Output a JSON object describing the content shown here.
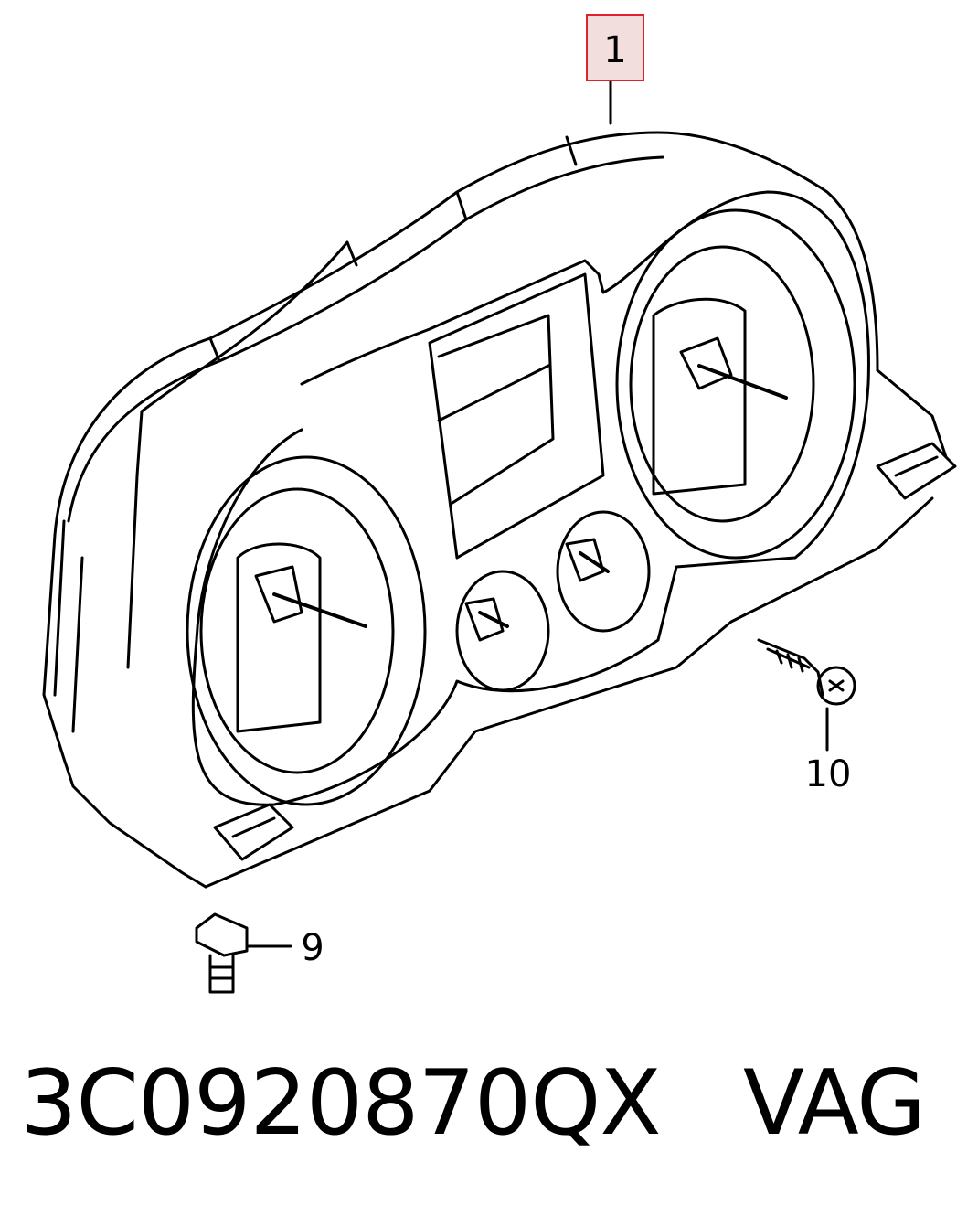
{
  "diagram": {
    "callouts": [
      {
        "id": "1",
        "label": "1",
        "highlighted": true,
        "highlight_color": "#e0202a",
        "highlight_fill": "#f3dede"
      },
      {
        "id": "9",
        "label": "9",
        "highlighted": false
      },
      {
        "id": "10",
        "label": "10",
        "highlighted": false
      }
    ]
  },
  "footer": {
    "part_number": "3C0920870QX",
    "brand": "VAG"
  },
  "colors": {
    "line": "#000000",
    "background": "#ffffff"
  }
}
